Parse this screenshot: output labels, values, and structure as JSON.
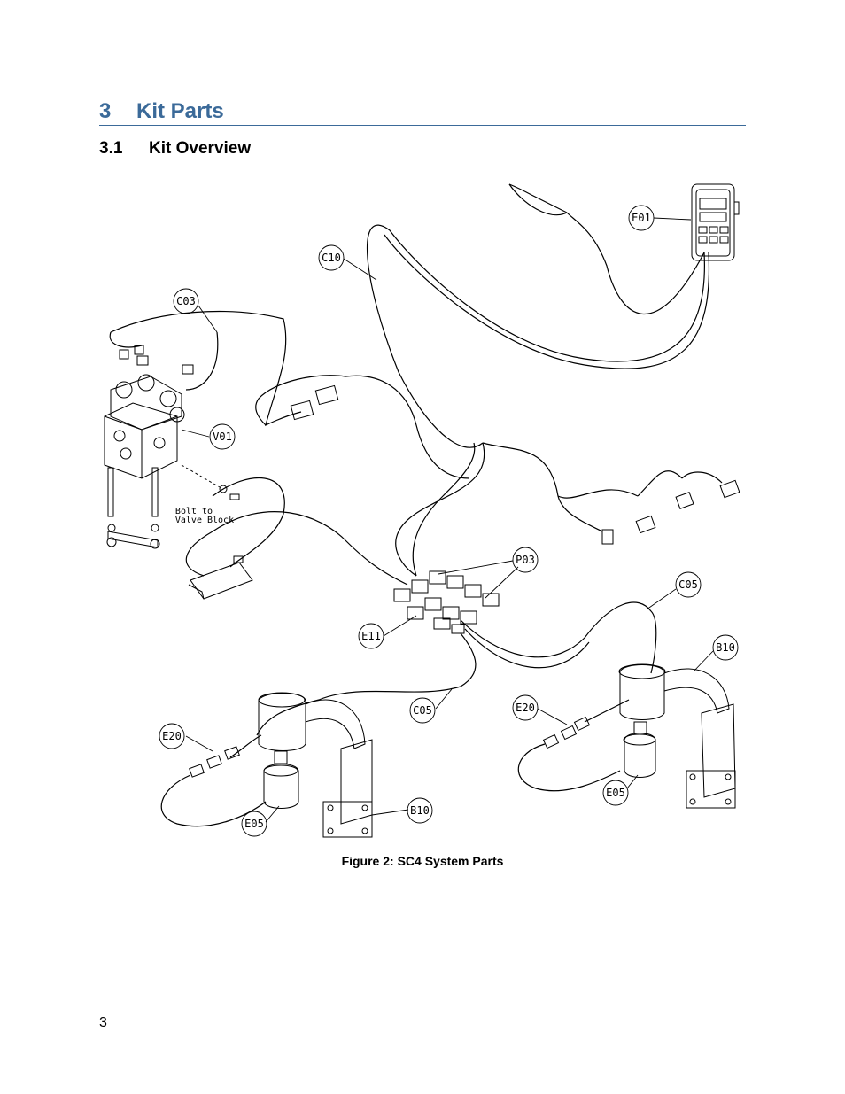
{
  "heading1": {
    "number": "3",
    "title": "Kit Parts"
  },
  "heading2": {
    "number": "3.1",
    "title": "Kit Overview"
  },
  "figure": {
    "caption": "Figure 2: SC4 System Parts",
    "callouts": {
      "e01": "E01",
      "c10": "C10",
      "c03": "C03",
      "v01": "V01",
      "p03": "P03",
      "c05_right": "C05",
      "b10_right": "B10",
      "e11": "E11",
      "c05_left": "C05",
      "e20_left": "E20",
      "e20_right": "E20",
      "e05_right": "E05",
      "e05_left": "E05",
      "b10_left": "B10"
    },
    "note_line1": "Bolt to",
    "note_line2": "Valve Block"
  },
  "footer": {
    "page_number": "3"
  }
}
